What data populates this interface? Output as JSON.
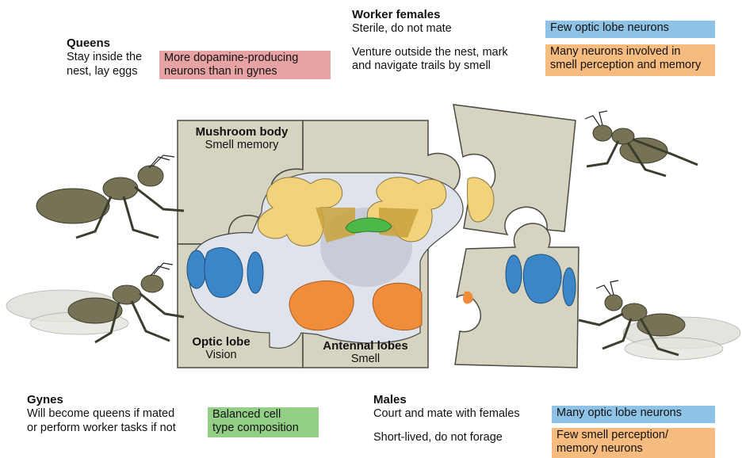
{
  "colors": {
    "puzzle": "#d6d4c1",
    "puzzle_stroke": "#4a4a42",
    "tissue": "#dfe3ec",
    "mushroom": "#f2d27a",
    "mushroom_dark": "#c9a23b",
    "optic": "#3b86c9",
    "antennal": "#f08c3a",
    "central": "#4cb848",
    "ant": "#757256",
    "red_box": "#e7a3a3",
    "blue_box": "#8fc3e6",
    "orange_box": "#f6bb7e",
    "green_box": "#93cf86"
  },
  "queens": {
    "title": "Queens",
    "desc_line1": "Stay inside the",
    "desc_line2": "nest, lay eggs",
    "box_line1": "More dopamine-producing",
    "box_line2": "neurons than in gynes"
  },
  "workers": {
    "title": "Worker females",
    "line1": "Sterile, do not mate",
    "line2a": "Venture outside the nest, mark",
    "line2b": "and navigate trails by smell",
    "box1": "Few optic lobe neurons",
    "box2_line1": "Many neurons involved in",
    "box2_line2": "smell perception and memory"
  },
  "gynes": {
    "title": "Gynes",
    "line1": "Will become queens if mated",
    "line2": "or perform worker tasks if not",
    "box_line1": "Balanced cell",
    "box_line2": "type composition"
  },
  "males": {
    "title": "Males",
    "line1": "Court and mate with females",
    "line2": "Short-lived, do not forage",
    "box1": "Many optic lobe neurons",
    "box2_line1": "Few smell perception/",
    "box2_line2": "memory neurons"
  },
  "brain_labels": {
    "mushroom_title": "Mushroom body",
    "mushroom_sub": "Smell memory",
    "optic_title": "Optic lobe",
    "optic_sub": "Vision",
    "antennal_title": "Antennal lobes",
    "antennal_sub": "Smell"
  }
}
